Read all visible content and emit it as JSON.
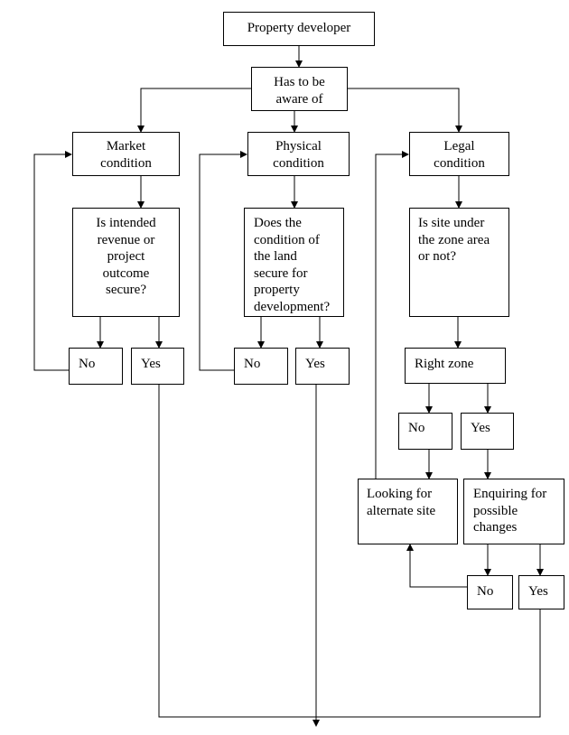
{
  "nodes": {
    "property_developer": "Property developer",
    "aware": [
      "Has to be",
      "aware of"
    ],
    "market": [
      "Market",
      "condition"
    ],
    "physical": [
      "Physical",
      "condition"
    ],
    "legal": [
      "Legal",
      "condition"
    ],
    "q_market": [
      "Is intended",
      "revenue or",
      "project",
      "outcome",
      "secure?"
    ],
    "q_physical": [
      "Does the",
      "condition of",
      "the land",
      "secure for",
      "property",
      "development?"
    ],
    "q_legal": [
      "Is site under",
      "the zone area",
      "or not?"
    ],
    "market_no": "No",
    "market_yes": "Yes",
    "physical_no": "No",
    "physical_yes": "Yes",
    "right_zone": "Right zone",
    "zone_no": "No",
    "zone_yes": "Yes",
    "looking": [
      "Looking for",
      "alternate site"
    ],
    "enquiring": [
      "Enquiring for",
      "possible",
      "changes"
    ],
    "enquire_no": "No",
    "enquire_yes": "Yes"
  }
}
